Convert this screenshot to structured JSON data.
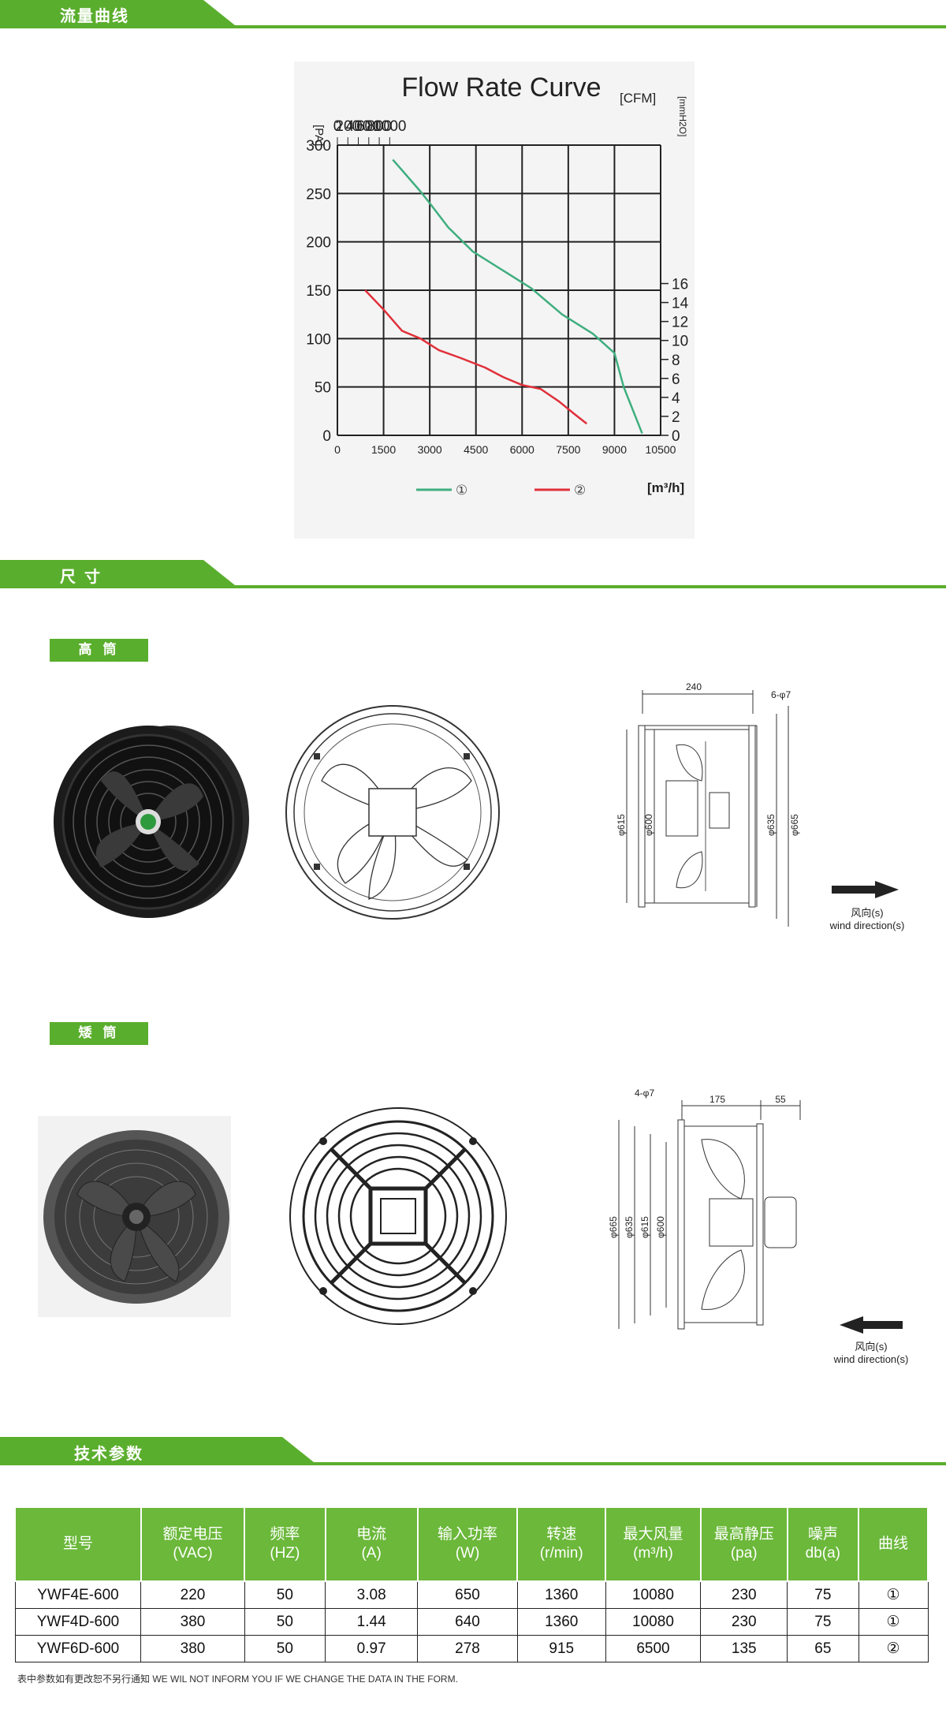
{
  "sections": {
    "flow": "流量曲线",
    "size": "尺 寸",
    "tech": "技术参数"
  },
  "tags": {
    "tall": "高 筒",
    "short": "矮 筒"
  },
  "chart_data": {
    "type": "line",
    "title": "Flow Rate Curve",
    "top_unit": "[CFM]",
    "left_unit": "[PA]",
    "right_unit": "[mmH2O]",
    "bottom_unit": "[m³/h]",
    "x_ticks": [
      "0",
      "1500",
      "3000",
      "4500",
      "6000",
      "7500",
      "9000",
      "10500"
    ],
    "x_top_ticks": [
      "0",
      "200",
      "400",
      "600",
      "800",
      "1000"
    ],
    "y_ticks": [
      "0",
      "50",
      "100",
      "150",
      "200",
      "250",
      "300"
    ],
    "y_right_ticks": [
      "0",
      "2",
      "4",
      "6",
      "8",
      "10",
      "12",
      "14",
      "16"
    ],
    "xlim": [
      0,
      10500
    ],
    "ylim": [
      0,
      300
    ],
    "grid": true,
    "series": [
      {
        "name": "①",
        "color": "#3fae7f",
        "x": [
          1800,
          2700,
          3000,
          3600,
          4400,
          5400,
          6300,
          7300,
          8300,
          9000,
          9300,
          9900
        ],
        "y": [
          285,
          252,
          240,
          215,
          190,
          170,
          152,
          125,
          105,
          85,
          50,
          2
        ]
      },
      {
        "name": "②",
        "color": "#e0303a",
        "x": [
          900,
          1500,
          2100,
          2700,
          3300,
          4000,
          4800,
          5400,
          6000,
          6600,
          7200,
          7700,
          8100
        ],
        "y": [
          150,
          130,
          108,
          100,
          88,
          80,
          70,
          60,
          52,
          48,
          35,
          22,
          12
        ]
      }
    ]
  },
  "drawings": {
    "tall": {
      "d240": "240",
      "holes": "6-φ7",
      "d615": "φ615",
      "d600": "φ600",
      "d635": "φ635",
      "d665": "φ665",
      "wind_cn": "风向(s)",
      "wind_en": "wind direction(s)"
    },
    "short": {
      "holes": "4-φ7",
      "d175": "175",
      "d55": "55",
      "d665": "φ665",
      "d635": "φ635",
      "d615": "φ615",
      "d600": "φ600",
      "wind_cn": "风向(s)",
      "wind_en": "wind direction(s)"
    }
  },
  "table": {
    "headers": [
      [
        "型号"
      ],
      [
        "额定电压",
        "(VAC)"
      ],
      [
        "频率",
        "(HZ)"
      ],
      [
        "电流",
        "(A)"
      ],
      [
        "输入功率",
        "(W)"
      ],
      [
        "转速",
        "(r/min)"
      ],
      [
        "最大风量",
        "(m³/h)"
      ],
      [
        "最高静压",
        "(pa)"
      ],
      [
        "噪声",
        "db(a)"
      ],
      [
        "曲线"
      ]
    ],
    "rows": [
      [
        "YWF4E-600",
        "220",
        "50",
        "3.08",
        "650",
        "1360",
        "10080",
        "230",
        "75",
        "①"
      ],
      [
        "YWF4D-600",
        "380",
        "50",
        "1.44",
        "640",
        "1360",
        "10080",
        "230",
        "75",
        "①"
      ],
      [
        "YWF6D-600",
        "380",
        "50",
        "0.97",
        "278",
        "915",
        "6500",
        "135",
        "65",
        "②"
      ]
    ]
  },
  "note": "表中参数如有更改恕不另行通知 WE WIL NOT INFORM YOU IF WE CHANGE THE DATA IN THE FORM."
}
